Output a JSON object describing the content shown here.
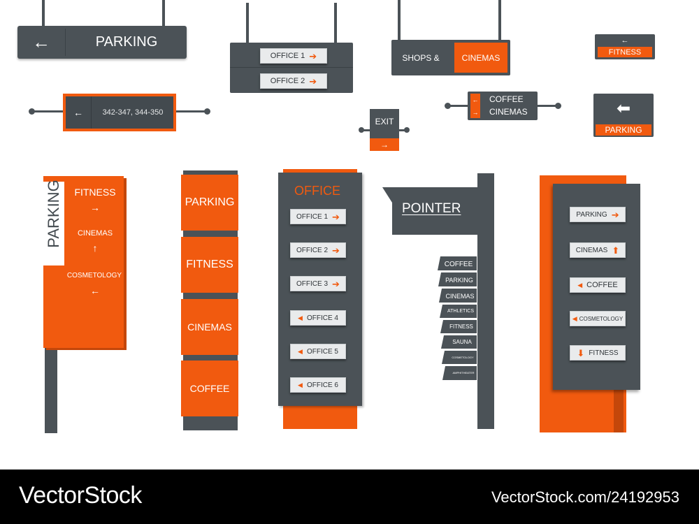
{
  "signs": {
    "hanging_parking": {
      "label": "PARKING",
      "arrow": "←"
    },
    "hanging_offices": {
      "office1": "OFFICE 1",
      "office2": "OFFICE 2",
      "arrow": "➔"
    },
    "hanging_shops": {
      "left": "SHOPS &",
      "right": "CINEMAS"
    },
    "small_fitness": {
      "arrow": "←",
      "label": "FITNESS"
    },
    "rooms_sign": {
      "arrow": "←",
      "label": "342-347, 344-350"
    },
    "exit_sign": {
      "label": "EXIT",
      "arrow": "→"
    },
    "coffee_cinemas": {
      "coffee": "COFFEE",
      "cinemas": "CINEMAS",
      "arrow_left": "←",
      "arrow_right": "→"
    },
    "parking_box": {
      "arrow": "⬅",
      "label": "PARKING"
    },
    "orange_totem": {
      "vertical": "PARKING",
      "fitness": "FITNESS",
      "fitness_arrow": "→",
      "cinemas": "CINEMAS",
      "cinemas_arrow": "↑",
      "cosmetology": "COSMETOLOGY",
      "cosmetology_arrow": "←"
    },
    "stack_column": [
      "PARKING",
      "FITNESS",
      "CINEMAS",
      "COFFEE"
    ],
    "office_tower": {
      "title": "OFFICE",
      "items": [
        {
          "label": "OFFICE 1",
          "arrow": "➔"
        },
        {
          "label": "OFFICE 2",
          "arrow": "➔"
        },
        {
          "label": "OFFICE 3",
          "arrow": "➔"
        },
        {
          "label": "OFFICE 4",
          "arrow": "◀"
        },
        {
          "label": "OFFICE 5",
          "arrow": "◀"
        },
        {
          "label": "OFFICE 6",
          "arrow": "◀"
        }
      ]
    },
    "pointer": {
      "title": "POINTER",
      "items": [
        "COFFEE",
        "PARKING",
        "CINEMAS",
        "ATHLETICS",
        "FITNESS",
        "SAUNA",
        "COSMETOLOGY",
        "AMPHITHEATER"
      ]
    },
    "directory_board": {
      "items": [
        {
          "label": "PARKING",
          "arrow": "➔"
        },
        {
          "label": "CINEMAS",
          "arrow": "⬆"
        },
        {
          "label": "COFFEE",
          "arrow": "◀"
        },
        {
          "label": "COSMETOLOGY",
          "arrow": "◀"
        },
        {
          "label": "FITNESS",
          "arrow": "⬇"
        }
      ]
    }
  },
  "footer": {
    "brand": "VectorStock",
    "url": "VectorStock.com/24192953"
  },
  "colors": {
    "orange": "#f15a0f",
    "dark": "#4b5257",
    "plate": "#e9ebec"
  }
}
